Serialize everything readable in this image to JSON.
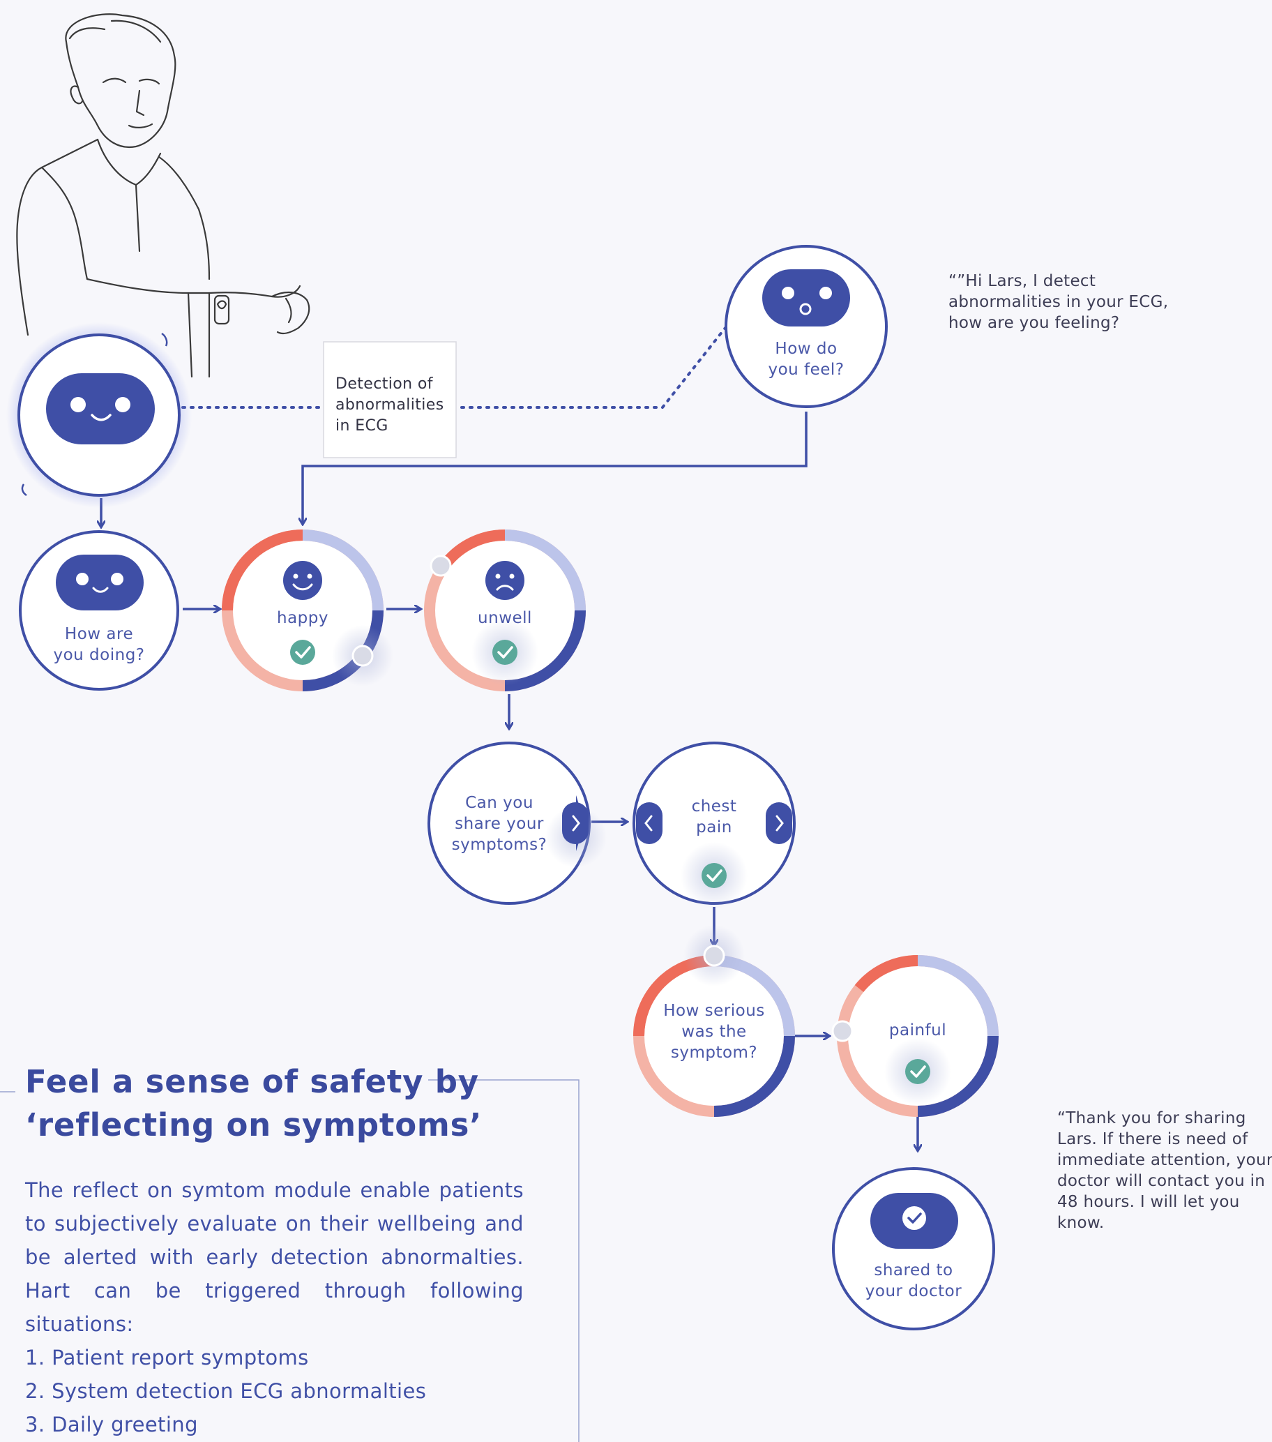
{
  "bot": {
    "trigger_box": [
      "Detection of",
      "abnormalities",
      "in ECG"
    ],
    "quote_top": [
      "“”Hi Lars, I detect",
      "abnormalities in your ECG,",
      "how are you feeling?"
    ],
    "quote_bottom": [
      "“Thank you for sharing",
      "Lars. If there is need of",
      "immediate attention, your",
      "doctor will contact you in",
      "48 hours. I will let you",
      "know."
    ]
  },
  "nodes": {
    "how_are_you": [
      "How are",
      "you doing?"
    ],
    "how_do_you_feel": [
      "How do",
      "you feel?"
    ],
    "happy": "happy",
    "unwell": "unwell",
    "share_symptoms": [
      "Can you",
      "share your",
      "symptoms?"
    ],
    "chest_pain": [
      "chest",
      "pain"
    ],
    "how_serious": [
      "How serious",
      "was the",
      "symptom?"
    ],
    "painful": "painful",
    "shared": [
      "shared to",
      "your doctor"
    ]
  },
  "icons": {
    "bot_face": "smiling-robot-face-icon",
    "surprised_face": "surprised-robot-face-icon",
    "happy_emoji": "smiley-icon",
    "sad_emoji": "sad-face-icon",
    "check": "checkmark-icon",
    "chevron_left": "chevron-left-icon",
    "chevron_right": "chevron-right-icon",
    "person": "elderly-man-illustration"
  },
  "panel": {
    "title_line1": "Feel a sense of safety by",
    "title_line2": "‘reflecting on symptoms’",
    "description": "The reflect on symtom module enable patients to subjectively evaluate on their wellbeing and be alerted with early detection abnormalties. Hart can be triggered through following situations:",
    "situations": [
      "1. Patient report symptoms",
      "2. System detection ECG abnormalties",
      "3. Daily greeting"
    ]
  },
  "colors": {
    "primary": "#3f4fa6",
    "accent_red": "#ee6c5a",
    "check_green": "#5aa89a",
    "background": "#f7f7fb"
  }
}
